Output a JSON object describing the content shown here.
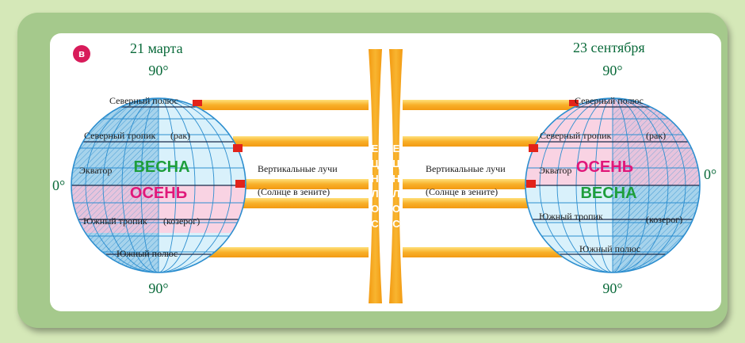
{
  "panel_letter": "в",
  "left": {
    "date": "21 марта",
    "top_degree": "90°",
    "bottom_degree": "90°",
    "side_degree": "0°",
    "north_pole": "Северный полюс",
    "north_tropic": "Северный тропик",
    "north_tropic_name": "(рак)",
    "equator": "Экватор",
    "south_tropic": "Южный тропик",
    "south_tropic_name": "(козерог)",
    "south_pole": "Южный полюс",
    "season_top": "ВЕСНА",
    "season_bottom": "ОСЕНЬ",
    "rays_label": "Вертикальные лучи",
    "zenith_label": "(Солнце в зените)"
  },
  "right": {
    "date": "23 сентября",
    "top_degree": "90°",
    "bottom_degree": "90°",
    "side_degree": "0°",
    "north_pole": "Северный полюс",
    "north_tropic": "Северный тропик",
    "north_tropic_name": "(рак)",
    "equator": "Экватор",
    "south_tropic": "Южный тропик",
    "south_tropic_name": "(козерог)",
    "south_pole": "Южный полюс",
    "season_top": "ОСЕНЬ",
    "season_bottom": "ВЕСНА",
    "rays_label": "Вертикальные лучи",
    "zenith_label": "(Солнце в зените)"
  },
  "sun_letters": [
    "С",
    "О",
    "Л",
    "Н",
    "Ц",
    "Е"
  ],
  "colors": {
    "frame": "#a5c98c",
    "background": "#d5e8b8",
    "globe_lit": "#d9f1fb",
    "globe_pink": "#f9d3e3",
    "globe_dark": "#a6d3ec",
    "grid": "#2c8ecf",
    "ray": "#f5a51a",
    "ray_light": "#ffe07a",
    "green_text": "#1e9e3c",
    "magenta_text": "#e0187a",
    "marker": "#e2231a"
  }
}
